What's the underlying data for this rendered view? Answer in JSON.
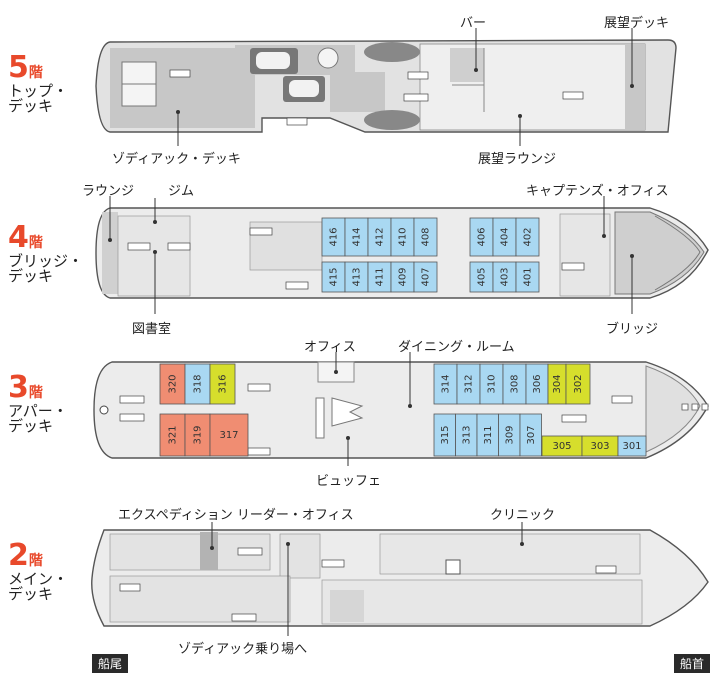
{
  "decks": [
    {
      "num": "5",
      "kai": "階",
      "name1": "トップ・",
      "name2": "デッキ"
    },
    {
      "num": "4",
      "kai": "階",
      "name1": "ブリッジ・",
      "name2": "デッキ"
    },
    {
      "num": "3",
      "kai": "階",
      "name1": "アパー・",
      "name2": "デッキ"
    },
    {
      "num": "2",
      "kai": "階",
      "name1": "メイン・",
      "name2": "デッキ"
    }
  ],
  "callouts": {
    "bar": "バー",
    "observation_deck": "展望デッキ",
    "zodiac_deck": "ゾディアック・デッキ",
    "observation_lounge": "展望ラウンジ",
    "lounge": "ラウンジ",
    "gym": "ジム",
    "captains_office": "キャプテンズ・オフィス",
    "library": "図書室",
    "bridge": "ブリッジ",
    "office": "オフィス",
    "dining_room": "ダイニング・ルーム",
    "buffet": "ビュッフェ",
    "expedition_leader_office": "エクスペディション リーダー・オフィス",
    "clinic": "クリニック",
    "zodiac_boarding": "ゾディアック乗り場へ"
  },
  "stern": "船尾",
  "bow": "船首",
  "cabins": {
    "deck4_top": [
      "416",
      "414",
      "412",
      "410",
      "408",
      "406",
      "404",
      "402"
    ],
    "deck4_bottom": [
      "415",
      "413",
      "411",
      "409",
      "407",
      "405",
      "403",
      "401"
    ],
    "deck3_left_top": [
      "320",
      "318",
      "316"
    ],
    "deck3_left_bottom": [
      "321",
      "319",
      "317"
    ],
    "deck3_right_top": [
      "314",
      "312",
      "310",
      "308",
      "306",
      "304",
      "302"
    ],
    "deck3_right_bottom": [
      "315",
      "313",
      "311",
      "309",
      "307"
    ],
    "deck3_horizontal": [
      "305",
      "303",
      "301"
    ]
  },
  "colors": {
    "blue": "#a9d8f2",
    "salmon": "#f08d72",
    "yellow": "#d6de2c",
    "deck": "#f1f1f1",
    "shade": "#bdbdbd",
    "outline": "#555555"
  }
}
